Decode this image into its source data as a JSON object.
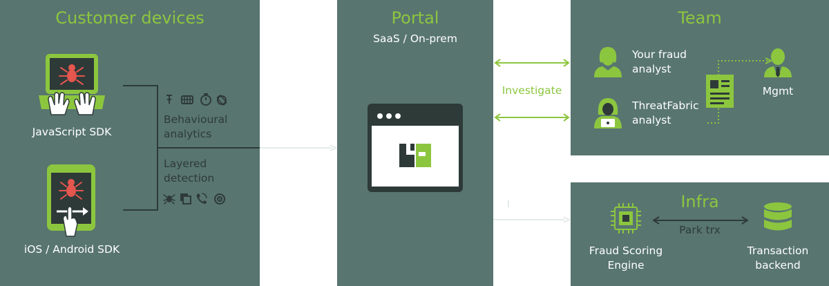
{
  "customer_devices": {
    "title": "Customer devices",
    "js_sdk_label": "JavaScript SDK",
    "mobile_sdk_label": "iOS / Android SDK",
    "behavioural_label_line1": "Behavioural",
    "behavioural_label_line2": "analytics",
    "layered_label_line1": "Layered",
    "layered_label_line2": "detection"
  },
  "portal": {
    "title": "Portal",
    "subtitle": "SaaS / On-prem"
  },
  "connector": {
    "investigate_label": "Investigate"
  },
  "team": {
    "title": "Team",
    "fraud_analyst_line1": "Your fraud",
    "fraud_analyst_line2": "analyst",
    "tf_analyst_line1": "ThreatFabric",
    "tf_analyst_line2": "analyst",
    "mgmt_label": "Mgmt"
  },
  "infra": {
    "title": "Infra",
    "park_label": "Park trx",
    "engine_line1": "Fraud Scoring",
    "engine_line2": "Engine",
    "backend_line1": "Transaction",
    "backend_line2": "backend"
  },
  "colors": {
    "panel": "#587570",
    "accent": "#8cc63f",
    "dark": "#2e3a38",
    "bug": "#e4564e"
  }
}
